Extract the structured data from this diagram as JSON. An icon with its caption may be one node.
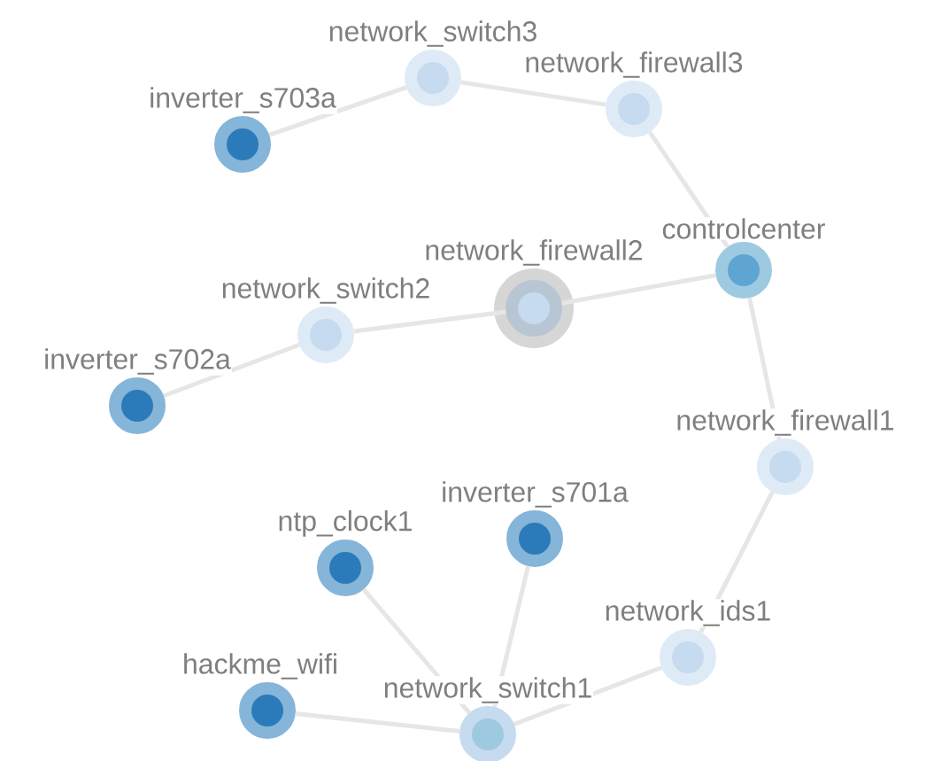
{
  "diagram": {
    "nodes": [
      {
        "text": [
          "network_switch3"
        ]
      },
      {
        "text": [
          "network_firewall3"
        ]
      },
      {
        "text": [
          "inverter_s703a"
        ]
      },
      {
        "text": [
          "controlcenter"
        ]
      },
      {
        "text": [
          "network_firewall2"
        ]
      },
      {
        "text": [
          "network_switch2"
        ]
      },
      {
        "text": [
          "inverter_s702a"
        ]
      },
      {
        "text": [
          "network_firewall1"
        ]
      },
      {
        "text": [
          "inverter_s701a"
        ]
      },
      {
        "text": [
          "ntp_clock1"
        ]
      },
      {
        "text": [
          "network_ids1"
        ]
      },
      {
        "text": [
          "hackme_wifi"
        ]
      },
      {
        "text": [
          "network_switch1"
        ]
      }
    ],
    "edges": [
      {
        "from": 0,
        "to": 1,
        "arrow": "none"
      },
      {
        "from": 0,
        "to": 2,
        "arrow": "none"
      },
      {
        "from": 1,
        "to": 3,
        "arrow": "none"
      },
      {
        "from": 3,
        "to": 4,
        "arrow": "none"
      },
      {
        "from": 4,
        "to": 5,
        "arrow": "none"
      },
      {
        "from": 5,
        "to": 6,
        "arrow": "none"
      },
      {
        "from": 3,
        "to": 7,
        "arrow": "none"
      },
      {
        "from": 7,
        "to": 10,
        "arrow": "none"
      },
      {
        "from": 10,
        "to": 12,
        "arrow": "none"
      },
      {
        "from": 12,
        "to": 9,
        "arrow": "none"
      },
      {
        "from": 12,
        "to": 8,
        "arrow": "none"
      },
      {
        "from": 12,
        "to": 11,
        "arrow": "none"
      }
    ]
  }
}
